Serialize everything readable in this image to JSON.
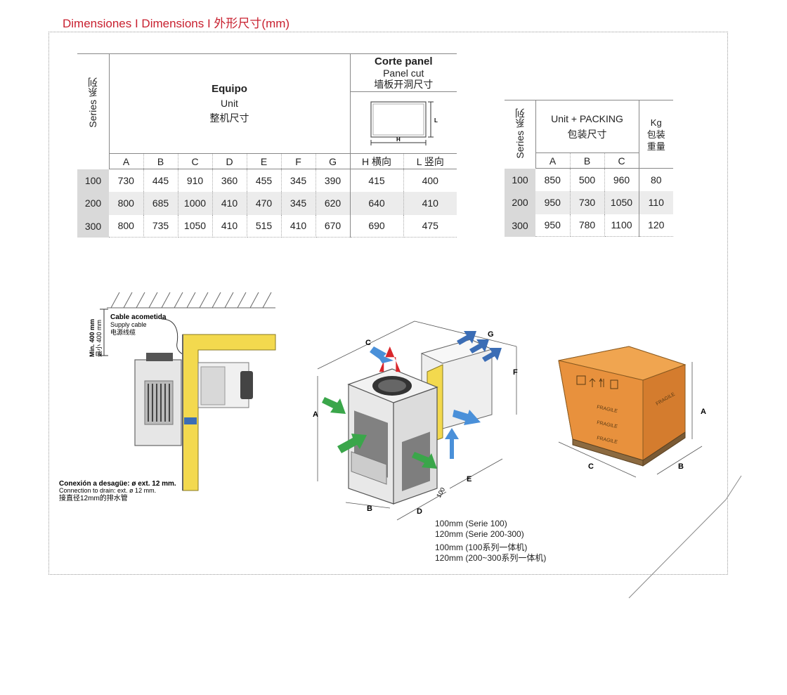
{
  "title": "Dimensiones I Dimensions I 外形尺寸(mm)",
  "table1": {
    "series_label": "Series 系列",
    "equipo": "Equipo",
    "unit": "Unit",
    "unit_cn": "整机尺寸",
    "corte_panel": "Corte panel",
    "panel_cut": "Panel cut",
    "panel_cut_cn": "墙板开洞尺寸",
    "panel_h_mark": "H",
    "panel_l_mark": "L",
    "columns": [
      "A",
      "B",
      "C",
      "D",
      "E",
      "F",
      "G",
      "H 横向",
      "L 竖向"
    ],
    "rows": [
      {
        "series": "100",
        "values": [
          "730",
          "445",
          "910",
          "360",
          "455",
          "345",
          "390",
          "415",
          "400"
        ]
      },
      {
        "series": "200",
        "values": [
          "800",
          "685",
          "1000",
          "410",
          "470",
          "345",
          "620",
          "640",
          "410"
        ]
      },
      {
        "series": "300",
        "values": [
          "800",
          "735",
          "1050",
          "410",
          "515",
          "410",
          "670",
          "690",
          "475"
        ]
      }
    ]
  },
  "table2": {
    "series_label": "Series 系列",
    "header": "Unit + PACKING",
    "header_cn": "包装尺寸",
    "kg": "Kg",
    "kg_cn": "包装重量",
    "columns": [
      "A",
      "B",
      "C"
    ],
    "rows": [
      {
        "series": "100",
        "values": [
          "850",
          "500",
          "960"
        ],
        "kg": "80"
      },
      {
        "series": "200",
        "values": [
          "950",
          "730",
          "1050"
        ],
        "kg": "110"
      },
      {
        "series": "300",
        "values": [
          "950",
          "780",
          "1100"
        ],
        "kg": "120"
      }
    ]
  },
  "install": {
    "min_label": "Min. 400 mm",
    "min_label_cn": "最小 400 mm",
    "cable_es": "Cable acometida",
    "cable_en": "Supply cable",
    "cable_cn": "电源线缆",
    "drain_es": "Conexión a desagüe: ø ext. 12 mm.",
    "drain_en": "Connection to drain: ext. ø 12 mm.",
    "drain_cn": "接直径12mm的排水管"
  },
  "unit_diagram": {
    "labels": [
      "A",
      "B",
      "C",
      "D",
      "E",
      "F",
      "G"
    ],
    "dim_100": "100"
  },
  "notes": [
    "100mm (Serie 100)",
    "120mm (Serie 200-300)",
    "100mm (100系列一体机)",
    "120mm (200~300系列一体机)"
  ],
  "packing": {
    "labels": [
      "A",
      "B",
      "C"
    ],
    "fragile": "FRAGILE"
  },
  "colors": {
    "title": "#c8202f",
    "box": "#e8913d",
    "arrow_blue": "#4a90d9",
    "arrow_green": "#3aa64a",
    "arrow_red": "#d9262b",
    "panel_yellow": "#f3d94e"
  }
}
